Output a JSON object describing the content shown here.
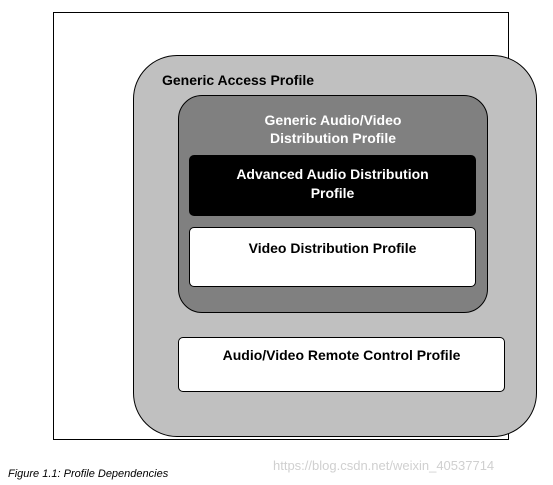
{
  "diagram": {
    "generic_access_profile": "Generic Access Profile",
    "gavdp": {
      "line1": "Generic Audio/Video",
      "line2": "Distribution Profile"
    },
    "a2dp": {
      "line1": "Advanced Audio Distribution",
      "line2": "Profile"
    },
    "vdp": "Video Distribution Profile",
    "avrcp": "Audio/Video Remote Control Profile"
  },
  "caption": "Figure 1.1: Profile Dependencies",
  "watermark": "https://blog.csdn.net/weixin_40537714",
  "colors": {
    "gap_fill": "#c0c0c0",
    "gavdp_fill": "#808080",
    "a2dp_fill": "#000000",
    "box_fill": "#ffffff"
  }
}
